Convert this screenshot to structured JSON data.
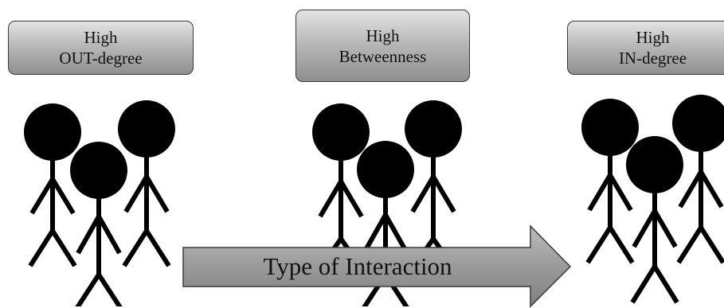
{
  "labels": {
    "out_degree": {
      "line1": "High",
      "line2": "OUT-degree"
    },
    "betweenness": {
      "line1": "High",
      "line2": "Betweenness"
    },
    "in_degree": {
      "line1": "High",
      "line2": "IN-degree"
    }
  },
  "arrow": {
    "label": "Type of Interaction"
  },
  "colors": {
    "figure": "#000000",
    "box_top": "#e4e4e4",
    "box_bottom": "#8f8f8f",
    "arrow_fill": "#9a9a9a"
  }
}
